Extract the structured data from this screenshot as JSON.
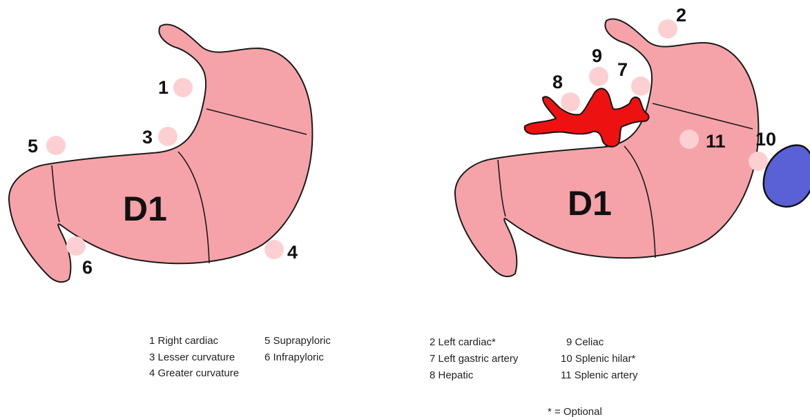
{
  "left_panel": {
    "region_label": "D1",
    "stations": [
      {
        "id": "1",
        "name": "Right cardiac"
      },
      {
        "id": "3",
        "name": "Lesser curvature"
      },
      {
        "id": "4",
        "name": "Greater curvature"
      },
      {
        "id": "5",
        "name": "Suprapyloric"
      },
      {
        "id": "6",
        "name": "Infrapyloric"
      }
    ],
    "legend": [
      "1 Right cardiac",
      "3 Lesser curvature",
      "4 Greater curvature",
      "5 Suprapyloric",
      "6 Infrapyloric"
    ]
  },
  "right_panel": {
    "region_label": "D1",
    "stations": [
      {
        "id": "2",
        "name": "Left cardiac*"
      },
      {
        "id": "7",
        "name": "Left gastric artery"
      },
      {
        "id": "8",
        "name": "Hepatic"
      },
      {
        "id": "9",
        "name": "Celiac"
      },
      {
        "id": "10",
        "name": "Splenic hilar*"
      },
      {
        "id": "11",
        "name": "Splenic artery"
      }
    ],
    "legend": [
      "2 Left cardiac*",
      "7 Left gastric artery",
      "8 Hepatic",
      "9 Celiac",
      "10 Splenic hilar*",
      "11 Splenic artery"
    ],
    "footnote": "* = Optional"
  },
  "colors": {
    "stomach": "#f5a3a8",
    "lymph_node": "#fcd0d2",
    "artery": "#ee1111",
    "spleen": "#5a60d6",
    "outline": "#1a1a1a"
  }
}
